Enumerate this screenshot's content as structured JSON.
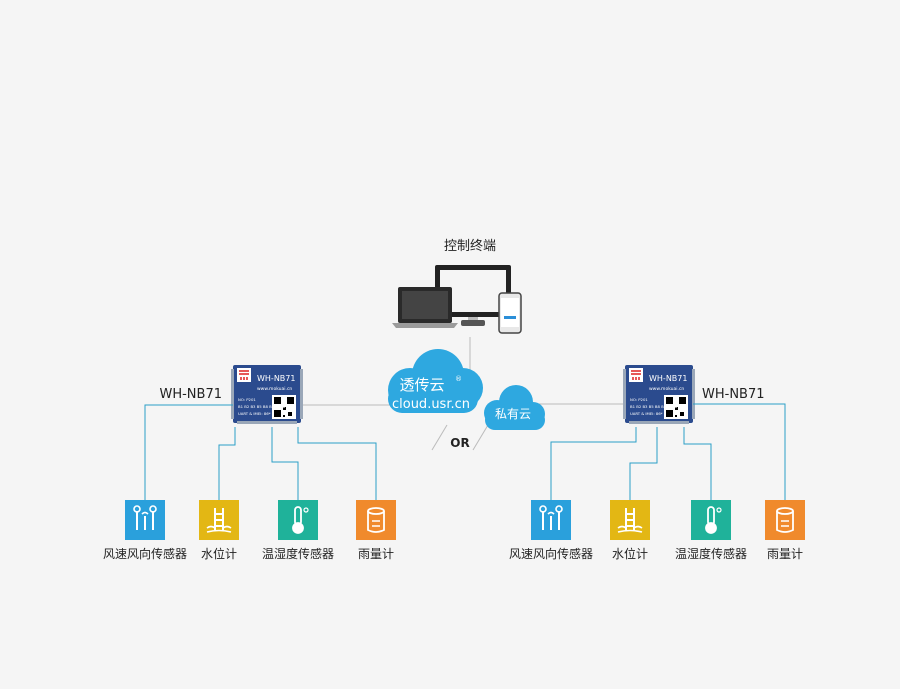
{
  "terminal": {
    "title": "控制终端"
  },
  "cloud_public": {
    "name": "透传云",
    "url": "cloud.usr.cn",
    "mark": "®"
  },
  "cloud_private": {
    "name": "私有云"
  },
  "or_text": "OR",
  "module": {
    "name": "WH-NB71",
    "chip_title": "WH-NB71",
    "chip_url": "www.mokuai.cn",
    "chip_lines": [
      "NO: P201",
      "B1 B2 B3 B5 B8 B20 B28",
      "UART & IMEI: 86*"
    ]
  },
  "sensors": [
    {
      "label": "风速风向传感器",
      "icon": "wind-sensor-icon",
      "color": "#2aa0dc"
    },
    {
      "label": "水位计",
      "icon": "water-level-icon",
      "color": "#e3b714"
    },
    {
      "label": "温湿度传感器",
      "icon": "thermometer-icon",
      "color": "#1fb29a"
    },
    {
      "label": "雨量计",
      "icon": "rain-gauge-icon",
      "color": "#f08a2c"
    }
  ],
  "colors": {
    "line_blue": "#2aa0c8",
    "line_gray": "#bbbbbb",
    "cloud": "#2ea8e0",
    "chip": "#2b4b8e"
  }
}
